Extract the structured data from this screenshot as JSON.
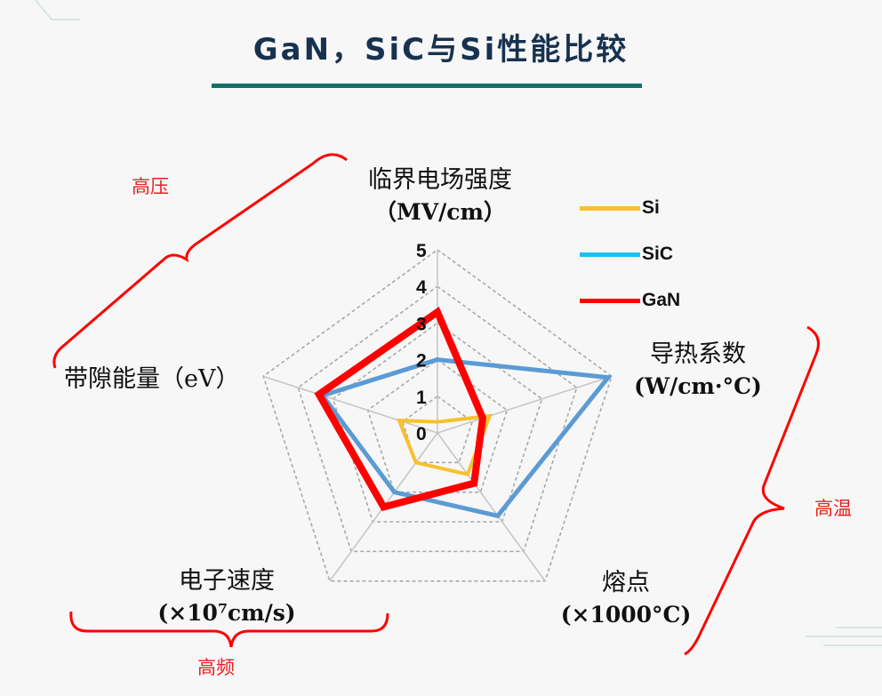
{
  "title": "GaN，SiC与Si性能比较",
  "chart_data": {
    "type": "radar",
    "axes": [
      {
        "name": "临界电场强度",
        "unit": "（MV/cm）"
      },
      {
        "name": "导热系数",
        "unit": "(W/cm·°C)"
      },
      {
        "name": "熔点",
        "unit": "(×1000°C)"
      },
      {
        "name": "电子速度",
        "unit": "(×10⁷cm/s)"
      },
      {
        "name": "带隙能量（eV）",
        "unit": ""
      }
    ],
    "rlim": [
      0,
      5
    ],
    "ticks": [
      "0",
      "1",
      "2",
      "3",
      "4",
      "5"
    ],
    "grid": "dashed",
    "legend_position": "top-right",
    "series": [
      {
        "name": "Si",
        "color": "#f8c12c",
        "values": [
          0.3,
          1.5,
          1.4,
          1.0,
          1.1
        ]
      },
      {
        "name": "SiC",
        "color": "#5b9bd5",
        "values": [
          2.0,
          4.9,
          2.8,
          2.0,
          3.3
        ]
      },
      {
        "name": "GaN",
        "color": "#ff0000",
        "values": [
          3.3,
          1.3,
          1.7,
          2.5,
          3.4
        ]
      }
    ]
  },
  "annotations": {
    "high_voltage": "高压",
    "high_temperature": "高温",
    "high_frequency": "高频"
  },
  "colors": {
    "title": "#17324f",
    "rule": "#13706b",
    "annotation": "#e8201f"
  }
}
